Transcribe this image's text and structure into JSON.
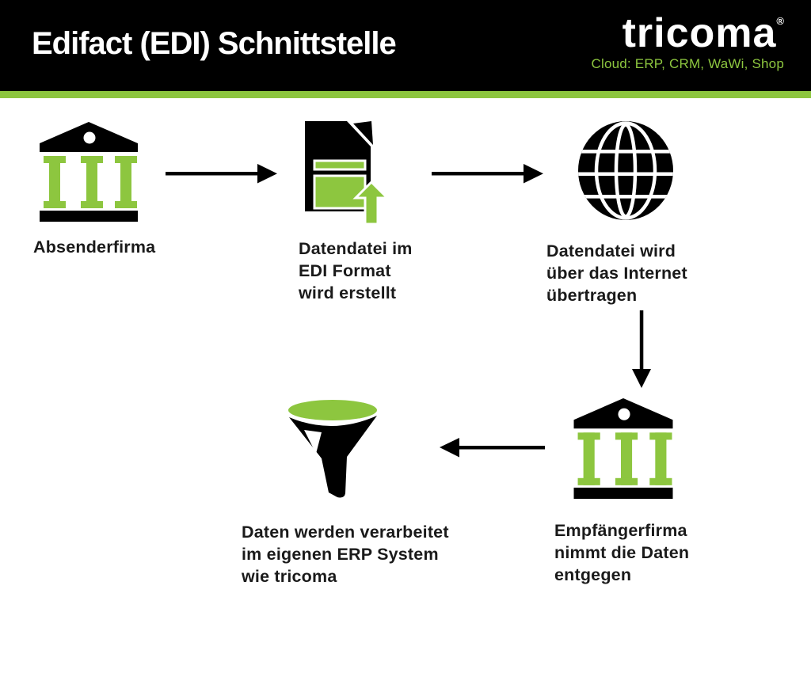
{
  "header": {
    "title": "Edifact (EDI) Schnittstelle",
    "logo": {
      "name": "tricoma",
      "registered": "®",
      "tagline": "Cloud: ERP, CRM, WaWi, Shop"
    }
  },
  "colors": {
    "accent_green": "#8DC63F",
    "header_bg": "#000000",
    "text": "#1A1A1A",
    "icon_black": "#000000"
  },
  "diagram": {
    "steps": [
      {
        "icon": "bank-icon",
        "lines": [
          "Absenderfirma"
        ]
      },
      {
        "icon": "document-upload-icon",
        "lines": [
          "Datendatei im",
          "EDI Format",
          "wird erstellt"
        ]
      },
      {
        "icon": "globe-icon",
        "lines": [
          "Datendatei wird",
          "über das Internet",
          "übertragen"
        ]
      },
      {
        "icon": "bank-icon",
        "lines": [
          "Empfängerfirma",
          "nimmt die Daten",
          "entgegen"
        ]
      },
      {
        "icon": "funnel-icon",
        "lines": [
          "Daten werden verarbeitet",
          "im eigenen ERP System",
          "wie tricoma"
        ]
      }
    ],
    "arrows": [
      {
        "name": "arrow-sender-to-file",
        "direction": "right"
      },
      {
        "name": "arrow-file-to-internet",
        "direction": "right"
      },
      {
        "name": "arrow-internet-to-receiver",
        "direction": "down"
      },
      {
        "name": "arrow-receiver-to-processing",
        "direction": "left"
      }
    ]
  }
}
